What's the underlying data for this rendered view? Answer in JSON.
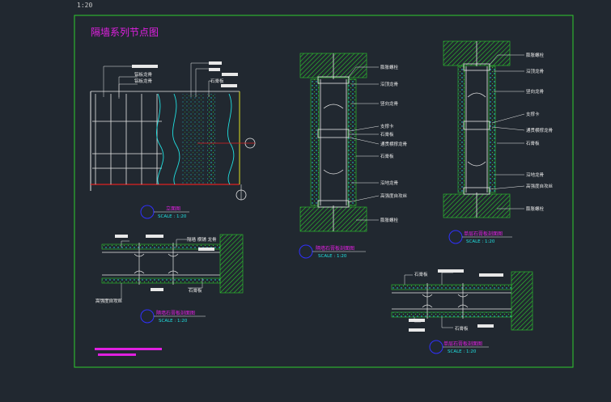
{
  "viewport": {
    "scale_label": "1:20"
  },
  "sheet": {
    "title": "隔墙系列节点图"
  },
  "colors": {
    "background": "#212830",
    "frame": "#2ecc2e",
    "title": "#e020e0",
    "white": "#e8e8e8",
    "cyan": "#20e0e0",
    "yellow": "#e0e020",
    "red": "#e02020",
    "blue": "#3030ff"
  },
  "elevation": {
    "caption": "立面图",
    "scale": "SCALE :   1:20",
    "labels": [
      "铝板龙骨",
      "铝板龙骨",
      "石膏板"
    ]
  },
  "plan_left": {
    "caption": "隔墙石膏板剖面图",
    "scale": "SCALE :   1:20",
    "labels": [
      "隔墙 横铺 龙骨",
      "石膏板",
      "高强度自攻丝"
    ]
  },
  "section_mid": {
    "caption": "隔墙石膏板剖面图",
    "scale": "SCALE :   1:20",
    "labels": [
      "膨胀螺栓",
      "沿顶龙骨",
      "竖向龙骨",
      "支撑卡",
      "石膏板",
      "通贯横撑龙骨",
      "石膏板",
      "沿地龙骨",
      "高强度自攻丝",
      "膨胀螺栓"
    ]
  },
  "section_right": {
    "caption": "单层石膏板剖面图",
    "scale": "SCALE :   1:20",
    "labels": [
      "膨胀螺栓",
      "沿顶龙骨",
      "竖向龙骨",
      "支撑卡",
      "通贯横撑龙骨",
      "石膏板",
      "沿地龙骨",
      "高强度自攻丝",
      "膨胀螺栓"
    ]
  },
  "plan_right": {
    "caption": "单层石膏板剖面图",
    "scale": "SCALE :   1:20",
    "labels": [
      "石膏板",
      "石膏板"
    ]
  }
}
